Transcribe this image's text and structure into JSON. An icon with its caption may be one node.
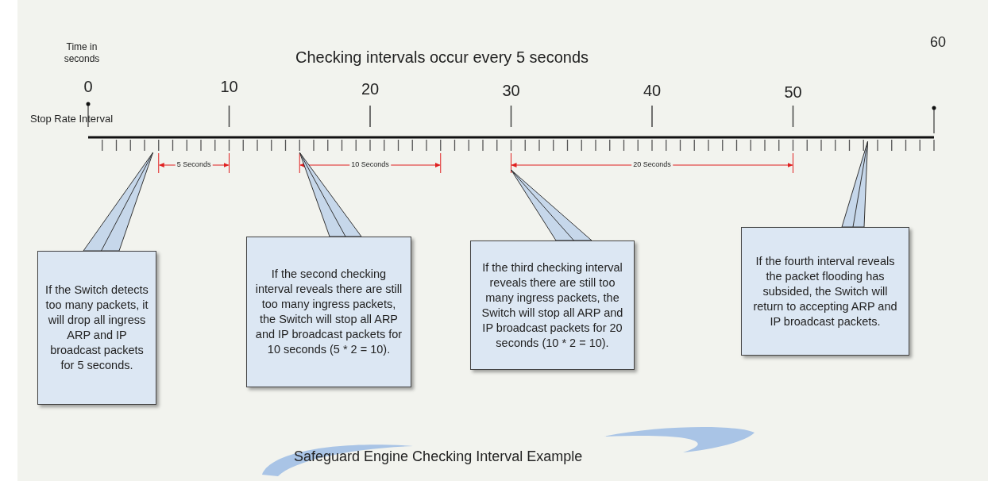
{
  "diagram": {
    "title": "Checking intervals occur every 5 seconds",
    "caption": "Safeguard Engine Checking Interval Example",
    "nodes": [
      {
        "text": [
          "If the Switch detects too many packets, it will drop all ingress ARP and IP broadcast packets for 5 seconds."
        ]
      },
      {
        "text": [
          "If the second checking interval reveals there are still too many ingress packets, the Switch will stop all ARP and IP broadcast packets for 10 seconds (5 * 2 = 10)."
        ]
      },
      {
        "text": [
          "If the third checking interval reveals there are still too many ingress packets, the Switch will stop all ARP and IP broadcast packets for 20 seconds (10 * 2 = 10)."
        ]
      },
      {
        "text": [
          "If the fourth interval reveals the packet flooding has subsided, the Switch will return to accepting ARP and IP broadcast packets."
        ]
      }
    ],
    "edges": [
      {
        "from": 0,
        "to": null,
        "arrow": "none"
      },
      {
        "from": 1,
        "to": null,
        "arrow": "none"
      },
      {
        "from": 2,
        "to": null,
        "arrow": "none"
      },
      {
        "from": 3,
        "to": null,
        "arrow": "none"
      }
    ],
    "labels": [
      "Time in seconds",
      "60",
      "0",
      "10",
      "20",
      "30",
      "40",
      "50",
      "Stop Rate Interval",
      "5 Seconds",
      "10 Seconds",
      "20 Seconds"
    ]
  }
}
